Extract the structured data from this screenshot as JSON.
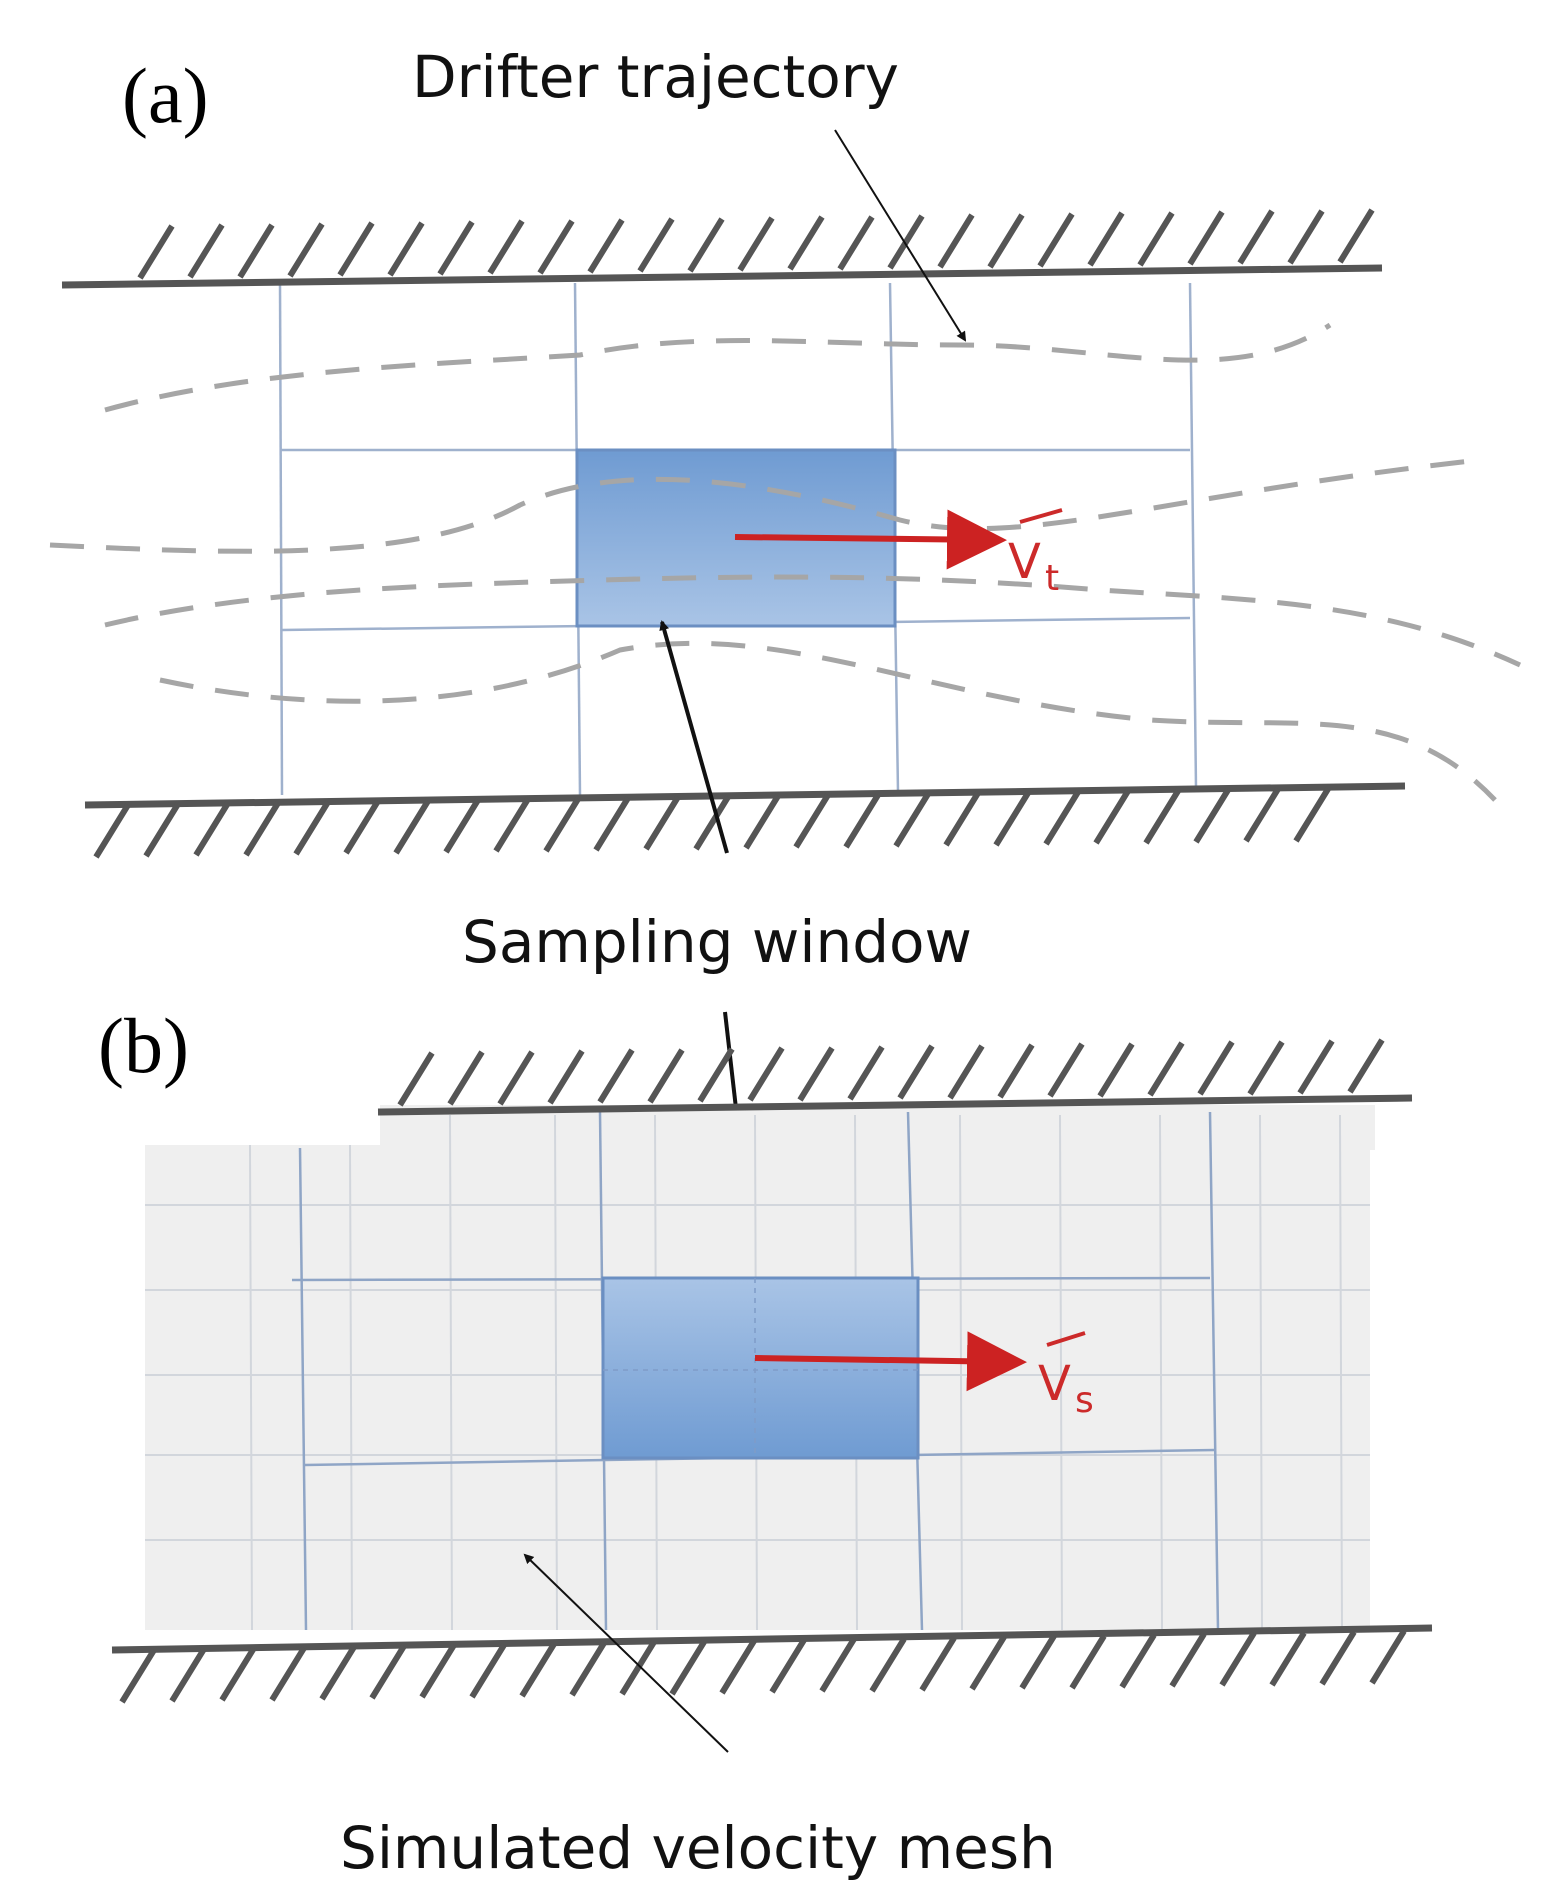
{
  "panels": {
    "a": {
      "label": "(a)"
    },
    "b": {
      "label": "(b)"
    }
  },
  "labels": {
    "drifter_trajectory": "Drifter trajectory",
    "sampling_window": "Sampling window",
    "simulated_velocity_mesh": "Simulated velocity mesh"
  },
  "vectors": {
    "a": {
      "base": "V",
      "subscript": "t"
    },
    "b": {
      "base": "V",
      "subscript": "s"
    }
  },
  "colors": {
    "wall": "#555555",
    "sampling_window_fill": "#7fa6d6",
    "velocity_arrow": "#cc2222",
    "mesh_background": "#efefef"
  }
}
